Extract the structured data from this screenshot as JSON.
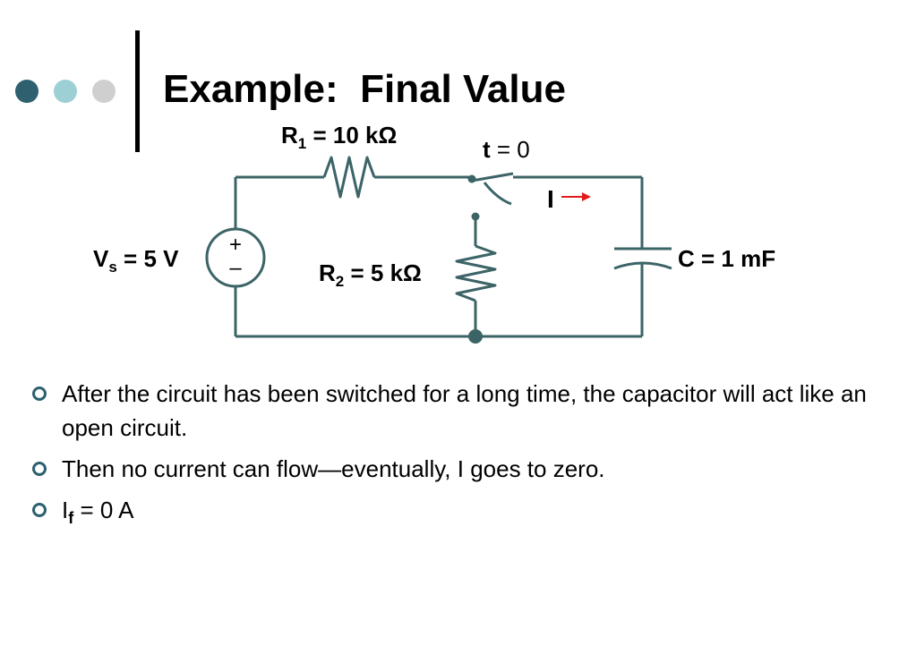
{
  "slide": {
    "title": "Example:  Final Value",
    "decor_colors": [
      "#2e6070",
      "#9cd0d4",
      "#cfcfcf"
    ],
    "accent_color": "#2e6070"
  },
  "circuit": {
    "wire_color": "#3c6467",
    "arrow_color": "#e21a1a",
    "r1": {
      "main": "R",
      "sub": "1",
      "rest": " = 10 kΩ"
    },
    "r2": {
      "main": "R",
      "sub": "2",
      "rest": " = 5 kΩ"
    },
    "switch": {
      "bold": "t",
      "rest": " = 0"
    },
    "current": "I",
    "source": {
      "main": "V",
      "sub": "s",
      "rest": " = 5 V"
    },
    "source_plus": "+",
    "source_minus": "–",
    "capacitor": "C = 1 mF"
  },
  "bullets": [
    {
      "text": "After the circuit has been switched for a long time, the capacitor will act like an open circuit."
    },
    {
      "text": "Then no current can flow—eventually, I goes to zero."
    },
    {
      "main": "I",
      "sub": "f",
      "rest": " = 0 A"
    }
  ]
}
